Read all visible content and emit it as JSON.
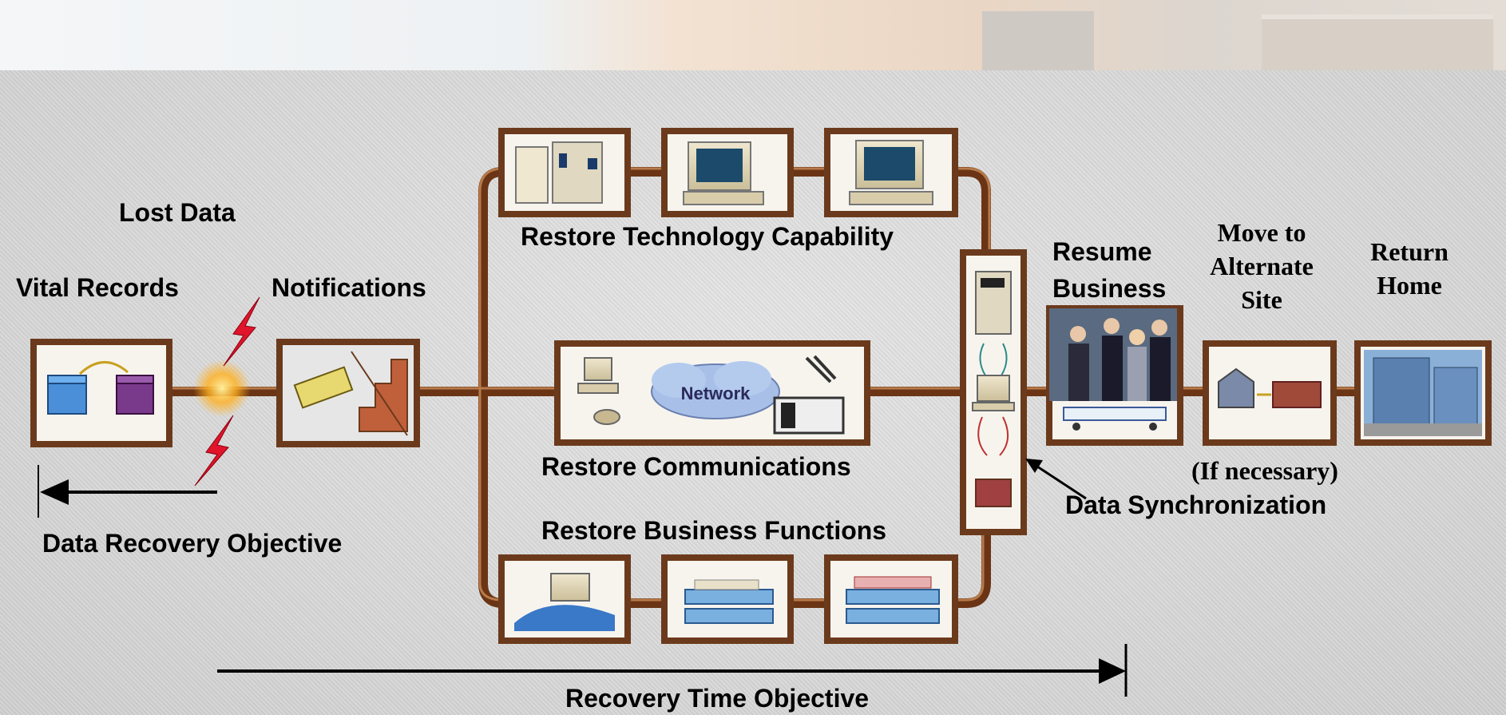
{
  "labels": {
    "lost_data": "Lost Data",
    "vital_records": "Vital Records",
    "notifications": "Notifications",
    "restore_technology": "Restore Technology Capability",
    "restore_communications": "Restore Communications",
    "restore_business_functions": "Restore Business Functions",
    "network": "Network",
    "resume_business": "Resume Business",
    "move_to_alternate_site": "Move to Alternate Site",
    "if_necessary": "(If necessary)",
    "return_home": "Return Home",
    "data_synchronization": "Data Synchronization",
    "data_recovery_objective": "Data Recovery Objective",
    "recovery_time_objective": "Recovery Time Objective"
  },
  "colors": {
    "frame_brown": "#6b3a1c",
    "pipe_brown": "#8a4a22",
    "frame_inner": "#f7f4ee",
    "lightning_red": "#e0142a",
    "arrow_black": "#000000"
  }
}
